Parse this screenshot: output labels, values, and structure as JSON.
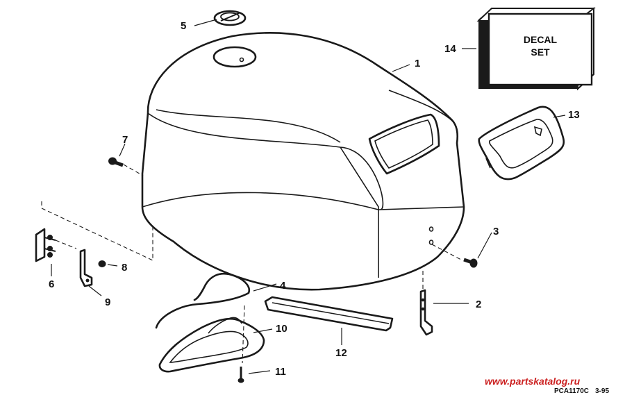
{
  "callouts": [
    {
      "id": "1",
      "label": "1"
    },
    {
      "id": "2",
      "label": "2"
    },
    {
      "id": "3",
      "label": "3"
    },
    {
      "id": "4",
      "label": "4"
    },
    {
      "id": "5",
      "label": "5"
    },
    {
      "id": "6",
      "label": "6"
    },
    {
      "id": "7",
      "label": "7"
    },
    {
      "id": "8",
      "label": "8"
    },
    {
      "id": "9",
      "label": "9"
    },
    {
      "id": "10",
      "label": "10"
    },
    {
      "id": "11",
      "label": "11"
    },
    {
      "id": "12",
      "label": "12"
    },
    {
      "id": "13",
      "label": "13"
    },
    {
      "id": "14",
      "label": "14"
    }
  ],
  "decal_box": {
    "line1": "DECAL",
    "line2": "SET"
  },
  "drawing_code": "PCA1170C",
  "drawing_date": "3-95",
  "watermark": "www.partskatalog.ru"
}
